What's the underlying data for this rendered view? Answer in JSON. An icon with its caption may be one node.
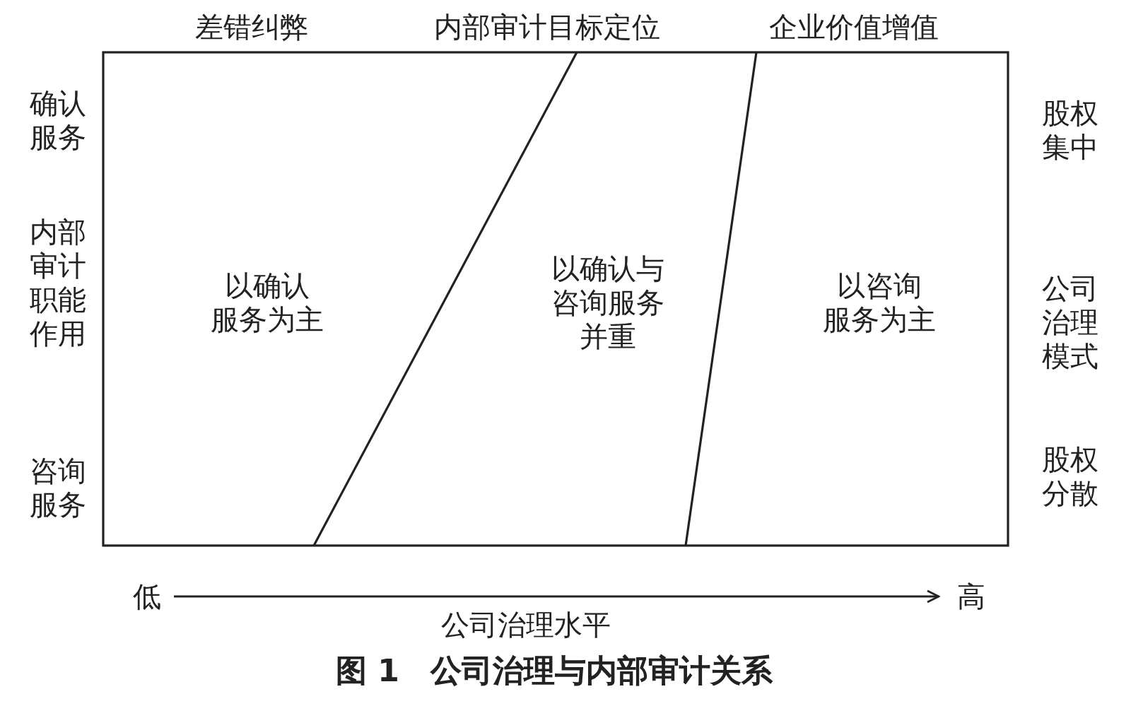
{
  "diagram": {
    "caption": "图 1　公司治理与内部审计关系",
    "nodes": [
      {
        "text": [
          "以确认服务为主"
        ]
      },
      {
        "text": [
          "以确认与咨询服务并重"
        ]
      },
      {
        "text": [
          "以咨询服务为主"
        ]
      }
    ],
    "labels": [
      "差错纠弊",
      "内部审计目标定位",
      "企业价值增值",
      "确认服务",
      "股权集中",
      "内部审计职能作用",
      "公司治理模式",
      "咨询服务",
      "股权分散",
      "低",
      "高",
      "公司治理水平"
    ]
  }
}
